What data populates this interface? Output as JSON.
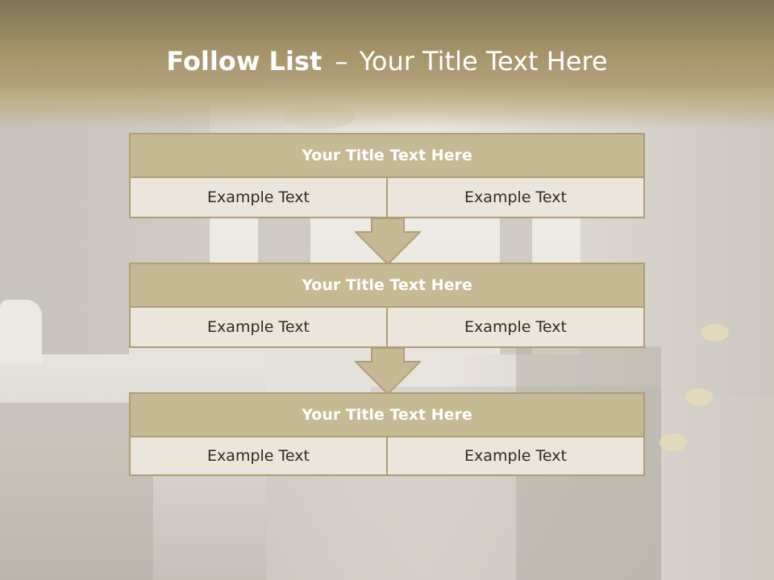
{
  "slide": {
    "title_bold": "Follow List",
    "title_dash": "–",
    "title_rest": "Your Title Text Here"
  },
  "steps": [
    {
      "title": "Your Title Text Here",
      "left": "Example Text",
      "right": "Example Text"
    },
    {
      "title": "Your Title Text Here",
      "left": "Example Text",
      "right": "Example Text"
    },
    {
      "title": "Your Title Text Here",
      "left": "Example Text",
      "right": "Example Text"
    }
  ],
  "colors": {
    "header_fill": "#c8b995",
    "border": "#b09d72",
    "cell_fill": "#ebe5dc",
    "title_band": "#a38f67"
  }
}
